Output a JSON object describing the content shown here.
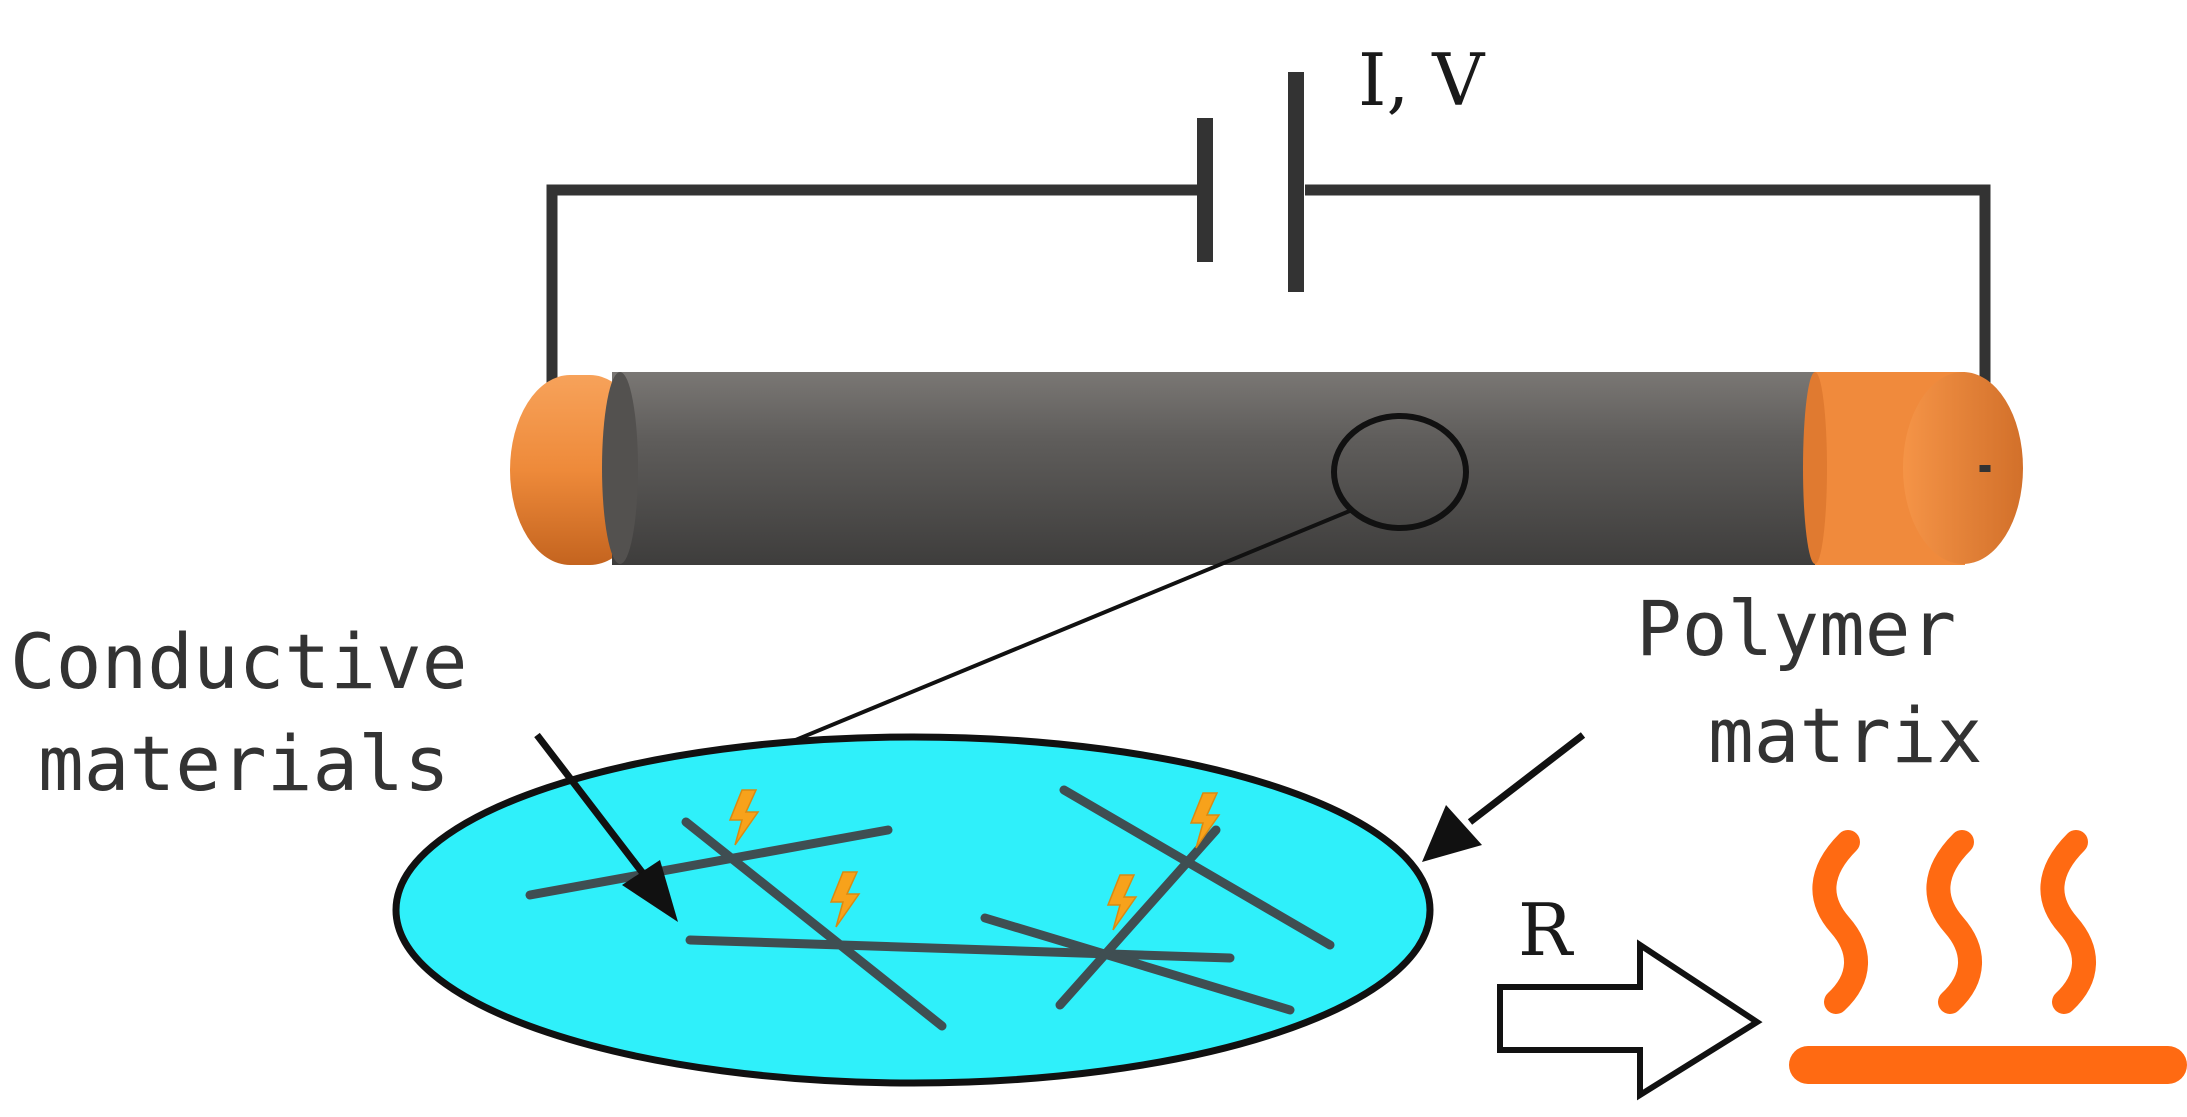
{
  "labels": {
    "source": "I, V",
    "conductive_line1": "Conductive",
    "conductive_line2": "materials",
    "polymer_line1": "Polymer",
    "polymer_line2": "matrix",
    "resistance": "R"
  },
  "icons": {
    "battery": "battery-symbol-icon",
    "spark": "lightning-bolt-icon",
    "heat": "heat-waves-icon",
    "arrow": "right-arrow-icon"
  },
  "colors": {
    "wire": "#333333",
    "rod_body": "#5e5c5a",
    "rod_cap": "#f08a3c",
    "matrix_fill": "#2ff0fa",
    "fiber": "#3f4e52",
    "heat": "#ff6a12",
    "spark": "#f7a21b"
  }
}
